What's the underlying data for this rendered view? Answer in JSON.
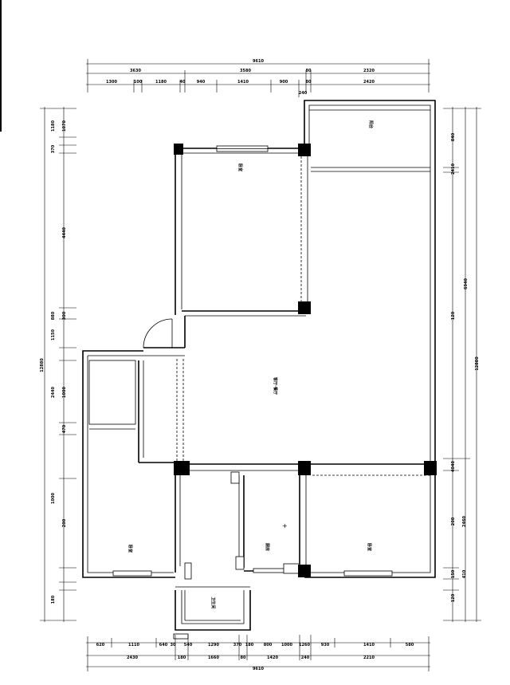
{
  "dimensions": {
    "top_row1": [
      "9610"
    ],
    "top_row2": [
      "3630",
      "3580",
      "80",
      "2320"
    ],
    "top_row3": [
      "1300",
      "100",
      "1180",
      "40",
      "940",
      "1410",
      "900",
      "80",
      "2420"
    ],
    "top_small": "240",
    "bottom_row1": [
      "620",
      "1110",
      "640",
      "30",
      "540",
      "1290",
      "370",
      "180",
      "800",
      "1000",
      "1260",
      "930",
      "1410",
      "580"
    ],
    "bottom_row2": [
      "2430",
      "180",
      "1660",
      "80",
      "1420",
      "240",
      "2210"
    ],
    "bottom_row3": [
      "9610"
    ],
    "left_inner": [
      "1070",
      "1180",
      "370",
      "4440",
      "880",
      "300",
      "1150",
      "1000",
      "2440",
      "470",
      "1000",
      "200",
      "180"
    ],
    "left_outer": [
      "12880"
    ],
    "right_inner": [
      "840",
      "2410",
      "120",
      "4040",
      "200",
      "2460",
      "150",
      "410",
      "120"
    ],
    "right_outer": [
      "12880"
    ],
    "right_mid": [
      "6940"
    ]
  },
  "rooms": {
    "balcony": "阳台",
    "bedroom_top": "卧室",
    "living_dining": "客厅·餐厅",
    "bedroom_bottom_left": "卧室",
    "bath": "卫生间",
    "kitchen": "厨房",
    "bedroom_bottom_right": "卧室"
  }
}
